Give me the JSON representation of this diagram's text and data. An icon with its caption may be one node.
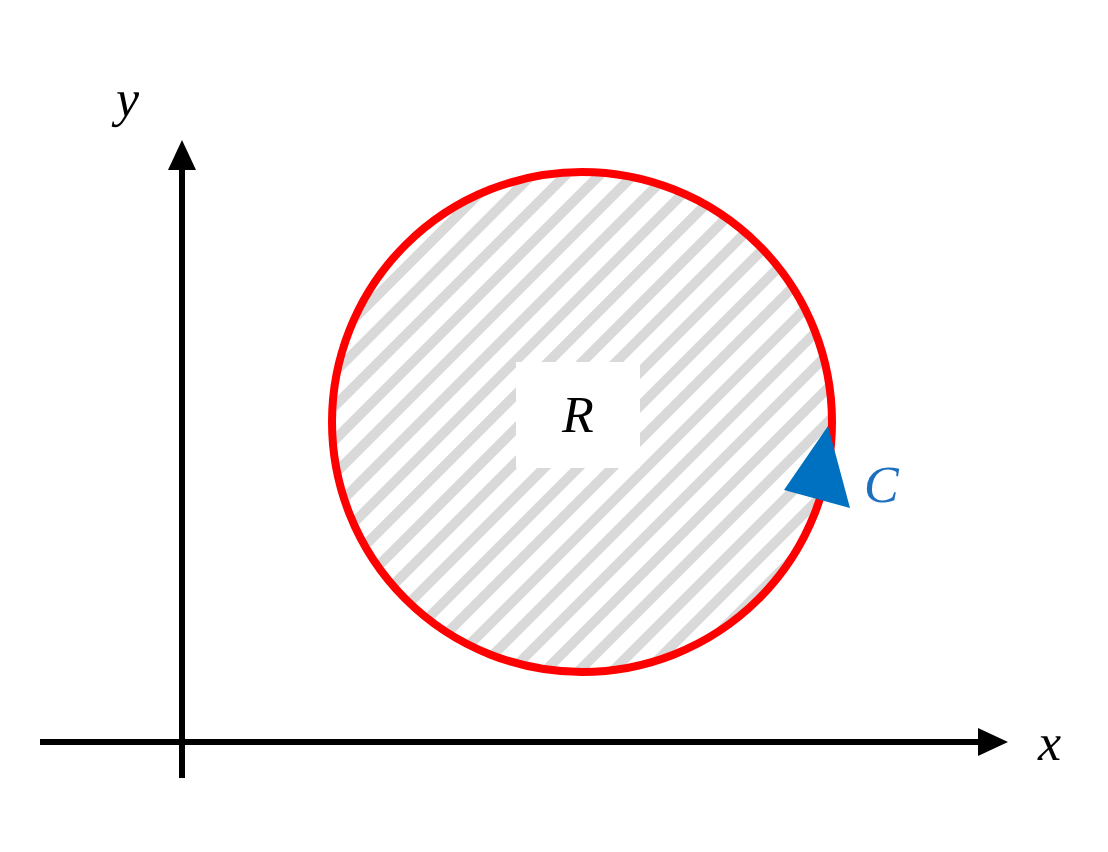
{
  "diagram": {
    "nodes": [
      {
        "text": [
          "R"
        ],
        "beside": [
          "C"
        ]
      }
    ],
    "labels": [
      "y",
      "x"
    ]
  }
}
